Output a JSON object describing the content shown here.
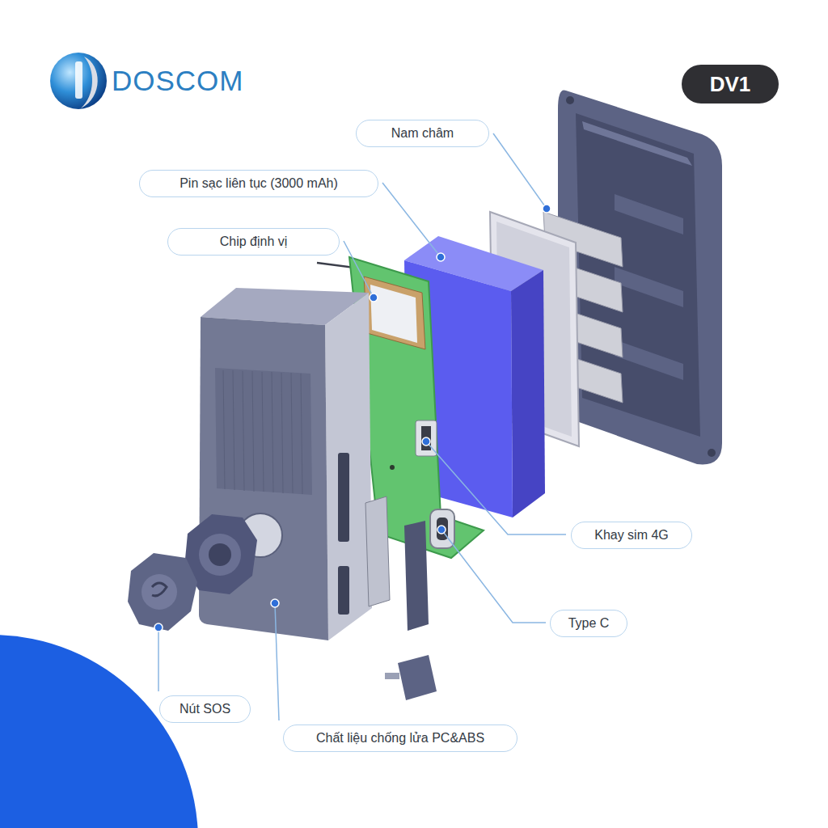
{
  "diagram": {
    "nodes": [
      {
        "text": [
          "DV1"
        ]
      },
      {
        "text": [
          "Nam châm"
        ]
      },
      {
        "text": [
          "Pin sạc liên tục (3000 mAh)"
        ]
      },
      {
        "text": [
          "Chip định vị"
        ]
      },
      {
        "text": [
          "Khay sim 4G"
        ]
      },
      {
        "text": [
          "Type C"
        ]
      },
      {
        "text": [
          "Nút SOS"
        ]
      },
      {
        "text": [
          "Chất liệu chống lửa PC&ABS"
        ]
      }
    ],
    "labels": [
      "DOSCOM"
    ]
  }
}
